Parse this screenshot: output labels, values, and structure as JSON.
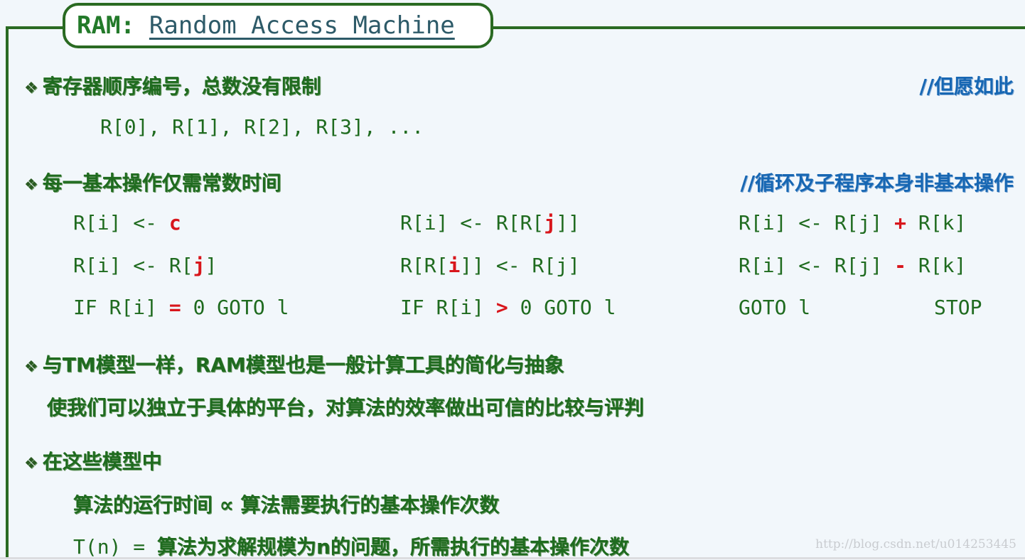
{
  "title": {
    "prefix": "RAM:",
    "main": "Random Access Machine"
  },
  "sections": [
    {
      "bullet": "寄存器顺序编号，总数没有限制",
      "comment": "//但愿如此",
      "code": "R[0], R[1], R[2], R[3], ..."
    },
    {
      "bullet": "每一基本操作仅需常数时间",
      "comment": "//循环及子程序本身非基本操作",
      "ops": [
        [
          {
            "pre": "R[i] <- ",
            "hl": "c",
            "post": ""
          },
          {
            "pre": "R[i] <- R[R[",
            "hl": "j",
            "post": "]]"
          },
          {
            "pre": "R[i] <- R[j] ",
            "hl": "+",
            "post": " R[k]"
          }
        ],
        [
          {
            "pre": "R[i] <- R[",
            "hl": "j",
            "post": "]"
          },
          {
            "pre": "R[R[",
            "hl": "i",
            "post": "]] <- R[j]"
          },
          {
            "pre": "R[i] <- R[j] ",
            "hl": "-",
            "post": " R[k]"
          }
        ],
        [
          {
            "pre": "IF R[i] ",
            "hl": "=",
            "post": " 0 GOTO l"
          },
          {
            "pre": "IF R[i] ",
            "hl": ">",
            "post": " 0 GOTO l"
          },
          {
            "pre": "GOTO l",
            "hl": "",
            "post": ""
          }
        ]
      ],
      "stop": "STOP"
    },
    {
      "bullet": "与TM模型一样，RAM模型也是一般计算工具的简化与抽象",
      "line2": "使我们可以独立于具体的平台，对算法的效率做出可信的比较与评判"
    },
    {
      "bullet": "在这些模型中",
      "line2": "算法的运行时间 ∝ 算法需要执行的基本操作次数",
      "line3_code": "T(n) = ",
      "line3_text": "算法为求解规模为n的问题，所需执行的基本操作次数"
    }
  ],
  "bullet_icon": "diamond-cluster-icon",
  "watermark": "http://blog.csdn.net/u014253445",
  "colors": {
    "green": "#1f6b1f",
    "frame": "#2a6a22",
    "title_blue": "#2d5a68",
    "comment_blue": "#1767b3",
    "highlight_red": "#d8161c",
    "background": "#f2f7fb"
  }
}
